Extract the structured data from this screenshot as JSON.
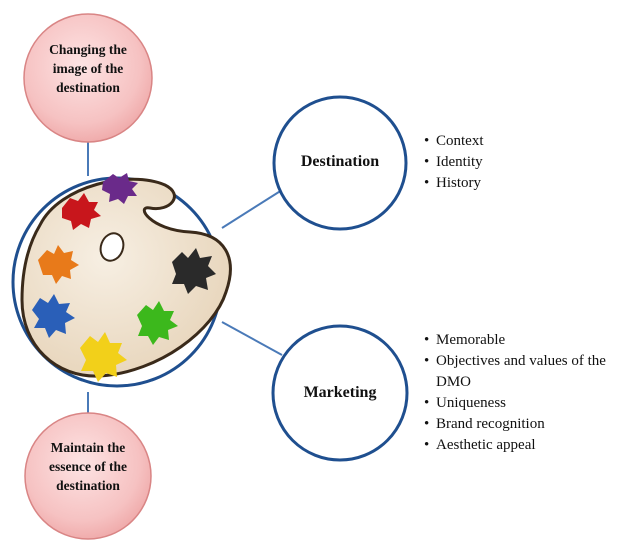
{
  "top_circle": {
    "text": "Changing the image of the destination"
  },
  "bottom_circle": {
    "text": "Maintain the essence of the destination"
  },
  "destination": {
    "title": "Destination",
    "bullets": [
      "Context",
      "Identity",
      "History"
    ]
  },
  "marketing": {
    "title": "Marketing",
    "bullets": [
      "Memorable",
      "Objectives and values of the DMO",
      "Uniqueness",
      "Brand recognition",
      "Aesthetic appeal"
    ]
  },
  "colors": {
    "pink_fill": "#f6c6c6",
    "pink_stroke": "#d97a7a",
    "blue_stroke": "#1f4f8f",
    "connector": "#4a7ab8",
    "palette_fill": "#efe2cf"
  },
  "icons": [
    "paint-palette-icon"
  ]
}
